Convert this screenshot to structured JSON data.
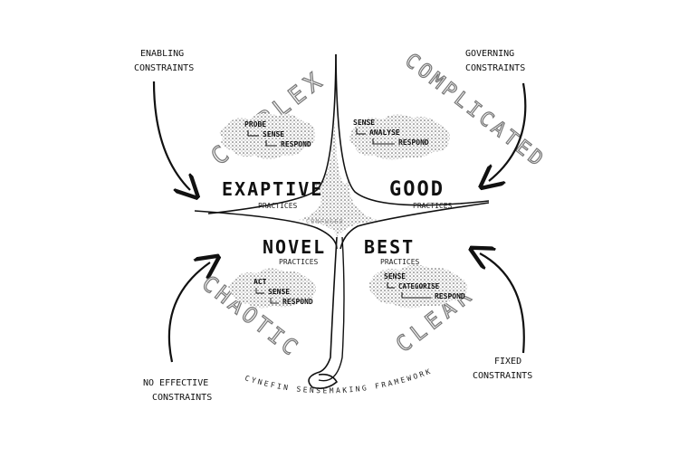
{
  "domains": {
    "complex": "COMPLEX",
    "complicated": "COMPLICATED",
    "chaotic": "CHAOTIC",
    "clear": "CLEAR",
    "center": "CONFUSED"
  },
  "practices": {
    "exaptive": {
      "title": "EXAPTIVE",
      "sub": "PRACTICES"
    },
    "good": {
      "title": "GOOD",
      "sub": "PRACTICES"
    },
    "novel": {
      "title": "NOVEL",
      "sub": "PRACTICES"
    },
    "best": {
      "title": "BEST",
      "sub": "PRACTICES"
    }
  },
  "approaches": {
    "complex": [
      "PROBE",
      "SENSE",
      "RESPOND"
    ],
    "complicated": [
      "SENSE",
      "ANALYSE",
      "RESPOND"
    ],
    "chaotic": [
      "ACT",
      "SENSE",
      "RESPOND"
    ],
    "clear": [
      "SENSE",
      "CATEGORISE",
      "RESPOND"
    ]
  },
  "constraints": {
    "top_left": [
      "ENABLING",
      "CONSTRAINTS"
    ],
    "top_right": [
      "GOVERNING",
      "CONSTRAINTS"
    ],
    "bottom_left": [
      "NO EFFECTIVE",
      "CONSTRAINTS"
    ],
    "bottom_right": [
      "FIXED",
      "CONSTRAINTS"
    ]
  },
  "footer": "CYNEFIN SENSEMAKING FRAMEWORK"
}
